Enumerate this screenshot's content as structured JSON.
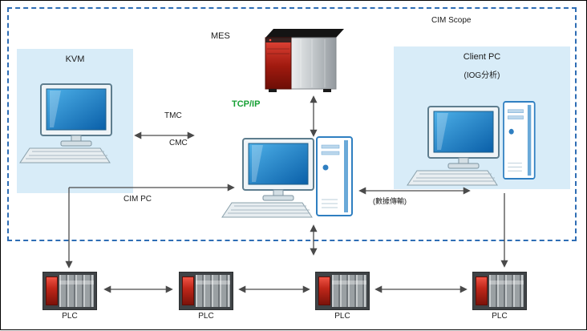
{
  "colors": {
    "scope_border": "#2e6db4",
    "panel_blue": "#d8ecf8",
    "screen_blue": "#1f86c9",
    "server_red": "#c0271a",
    "tcpip_green": "#17a035",
    "arrow": "#4a4a4a"
  },
  "labels": {
    "cim_scope": "CIM Scope",
    "mes": "MES",
    "tcpip": "TCP/IP",
    "tmc": "TMC",
    "cmc": "CMC",
    "cim_pc": "CIM PC",
    "client_link": "(數據傳輸)"
  },
  "panels": {
    "kvm": {
      "title": "KVM"
    },
    "client": {
      "title": "Client PC",
      "subtitle": "(IOG分析)"
    }
  },
  "plc": {
    "units": [
      {
        "label": "PLC"
      },
      {
        "label": "PLC"
      },
      {
        "label": "PLC"
      },
      {
        "label": "PLC"
      }
    ]
  }
}
